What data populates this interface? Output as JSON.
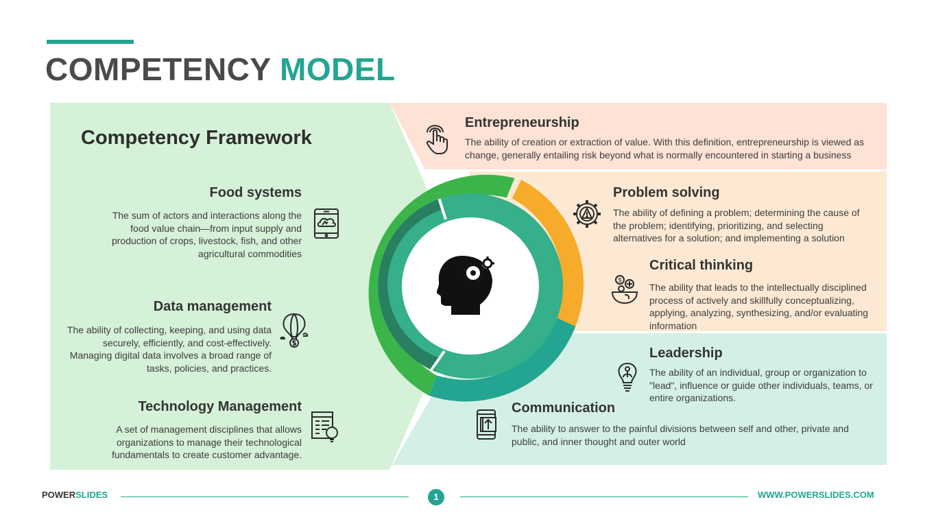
{
  "title": {
    "part1": "COMPETENCY",
    "part2": "MODEL"
  },
  "framework_title": "Competency Framework",
  "left_items": [
    {
      "heading": "Food systems",
      "description": "The sum of actors and interactions along the food value chain—from input supply and production of crops, livestock, fish, and other agricultural commodities",
      "icon": "smartphone-cloud-icon"
    },
    {
      "heading": "Data management",
      "description": "The ability of collecting, keeping, and using data securely, efficiently, and cost-effectively. Managing digital data involves a broad range of tasks, policies, and practices.",
      "icon": "hot-air-balloon-dollar-icon"
    },
    {
      "heading": "Technology Management",
      "description": "A set of management disciplines that allows organizations to manage their technological fundamentals to create customer advantage.",
      "icon": "spreadsheet-lightbulb-icon"
    }
  ],
  "right_items": [
    {
      "heading": "Entrepreneurship",
      "description": "The ability of creation or extraction of value. With this definition, entrepreneurship is viewed as change, generally entailing risk beyond what is normally encountered in starting a business",
      "icon": "hand-touch-icon"
    },
    {
      "heading": "Problem solving",
      "description": "The ability of defining a problem; determining the cause of the problem; identifying, prioritizing, and selecting alternatives for a solution; and implementing a solution",
      "icon": "gear-warning-icon"
    },
    {
      "heading": "Critical thinking",
      "description": "The ability that leads to the intellectually disciplined process of actively and skillfully conceptualizing, applying, analyzing, synthesizing, and/or evaluating information",
      "icon": "globe-bowl-icon"
    },
    {
      "heading": "Leadership",
      "description": "The ability of an individual, group or organization to \"lead\", influence or guide other individuals, teams, or entire organizations.",
      "icon": "lightbulb-person-icon"
    },
    {
      "heading": "Communication",
      "description": "The ability to answer to the painful divisions between self and other, private and public, and inner thought and outer world",
      "icon": "phone-upload-icon"
    }
  ],
  "center_icon": "head-gears-icon",
  "footer": {
    "brand_part1": "POWER",
    "brand_part2": "SLIDES",
    "page": "1",
    "url": "WWW.POWERSLIDES.COM"
  },
  "colors": {
    "accent": "#23a591",
    "left_panel": "#d5f1d8",
    "entrepreneurship_panel": "#fde2d6",
    "problem_panel": "#fde9d3",
    "leadership_panel": "#d4f0e6",
    "ring_green": "#3bb54a",
    "ring_orange": "#f6ab2b",
    "ring_teal": "#23a591",
    "inner_dark": "#288060",
    "inner_light": "#35b08a"
  }
}
